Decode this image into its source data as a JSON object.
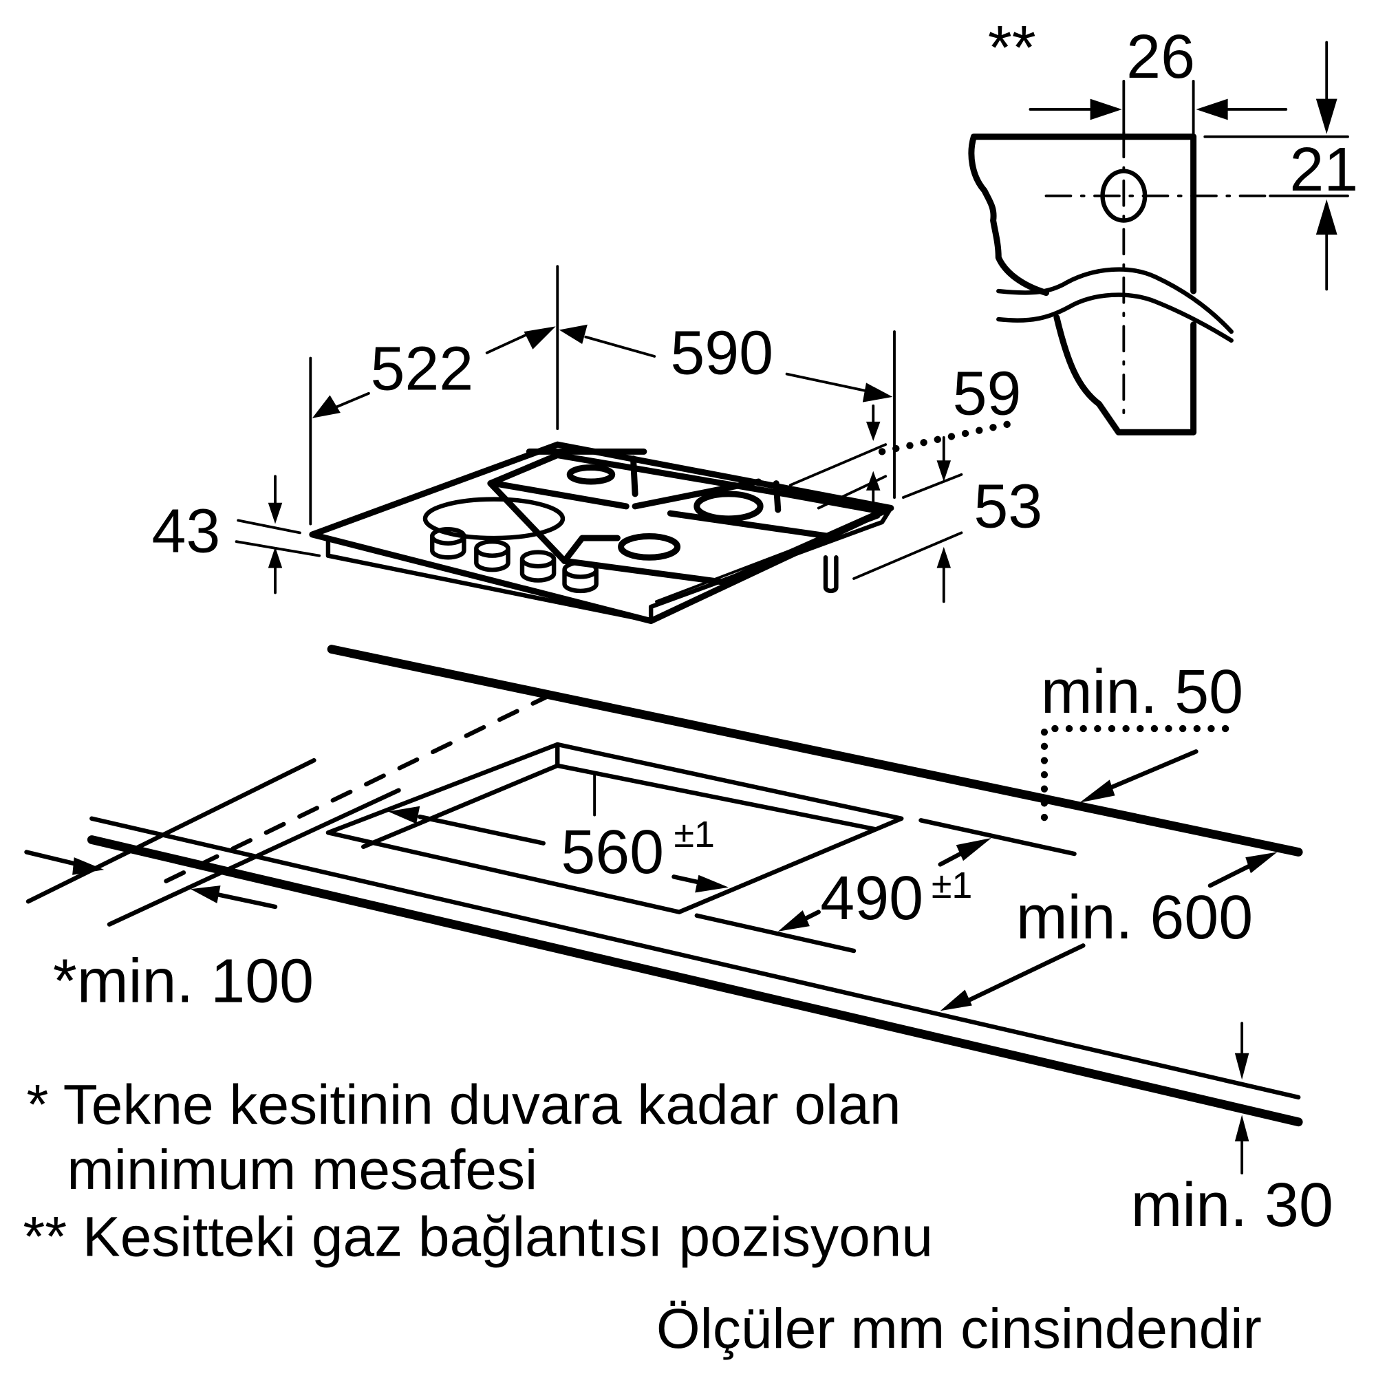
{
  "diagram": {
    "title": "Gas hob built-in installation dimensions",
    "units_note": "Ölçüler mm cinsindendir",
    "appliance_dimensions": {
      "depth": "522",
      "width": "590",
      "height_overall": "43",
      "dim_59": "59",
      "dim_53": "53"
    },
    "gas_connection_detail": {
      "marker": "**",
      "horizontal_offset": "26",
      "vertical_offset": "21"
    },
    "cutout": {
      "width": "560",
      "width_tolerance": "±1",
      "depth": "490",
      "depth_tolerance": "±1"
    },
    "clearances": {
      "rear_wall": "min. 50",
      "worktop_depth": "min. 600",
      "side_wall": "*min. 100",
      "worktop_thickness": "min. 30"
    },
    "footnotes": {
      "single_star_line1": "* Tekne kesitinin duvara kadar olan",
      "single_star_line2": "minimum mesafesi",
      "double_star": "** Kesitteki gaz bağlantısı pozisyonu"
    }
  }
}
